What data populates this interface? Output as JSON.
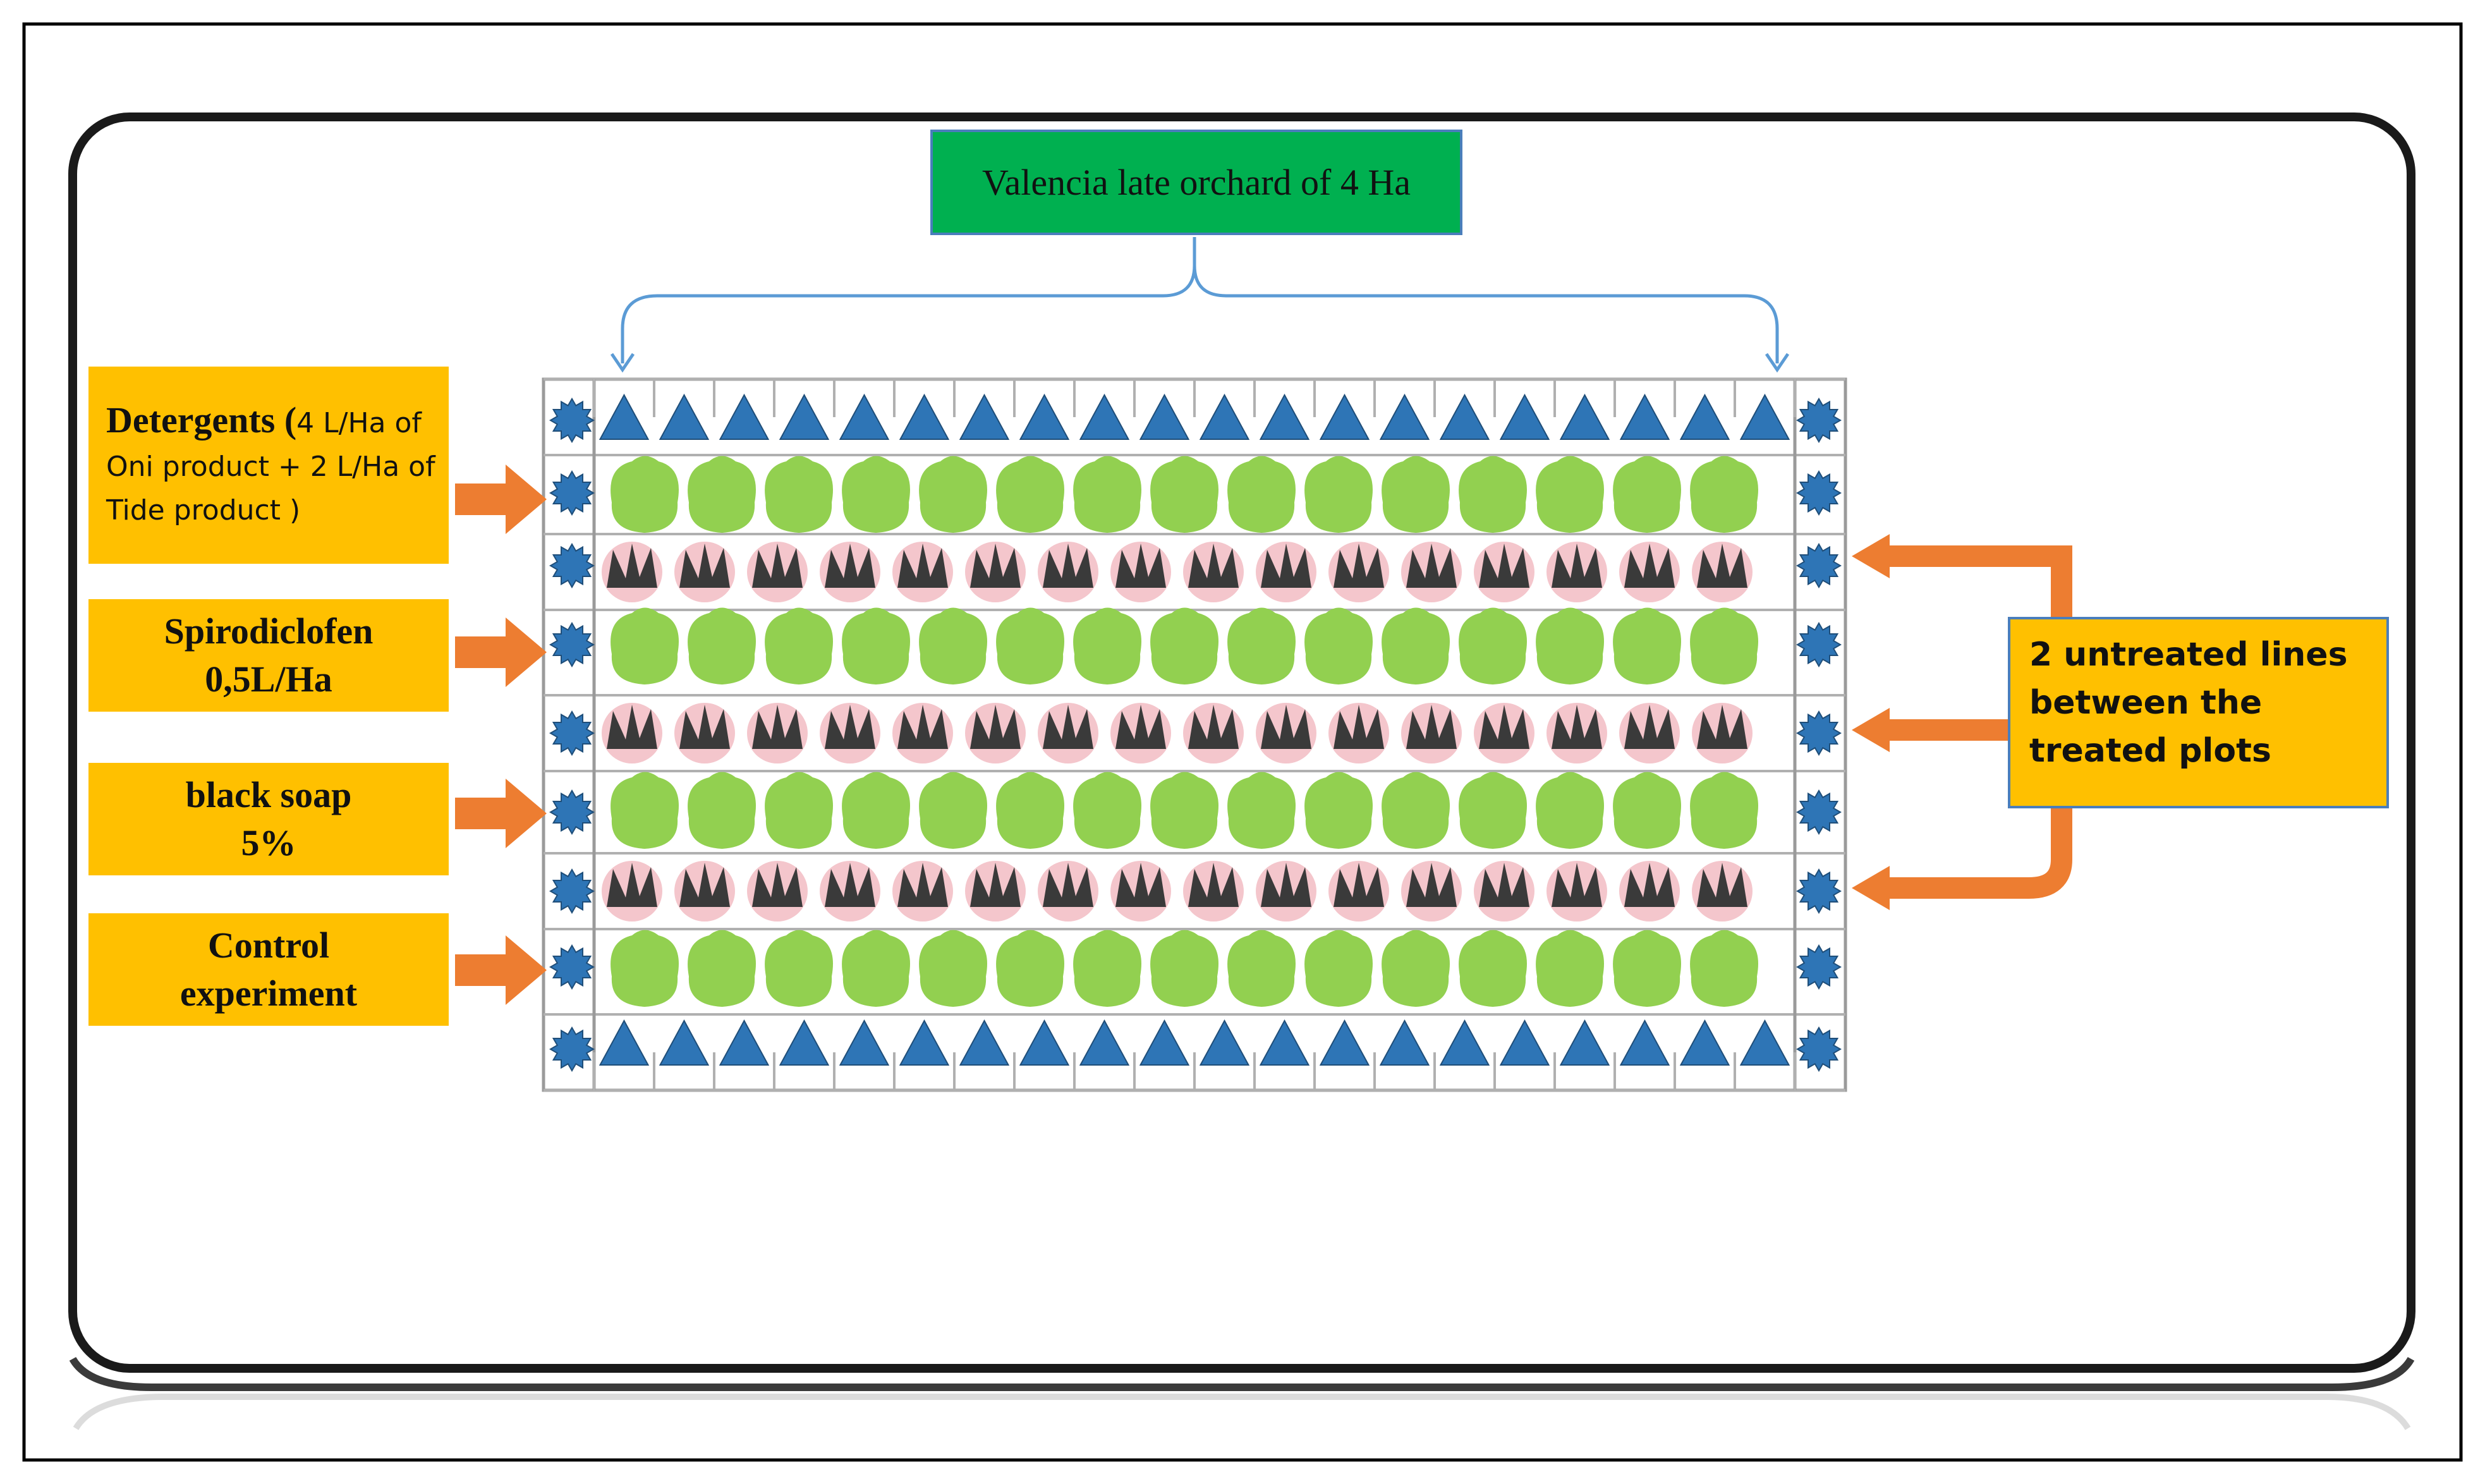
{
  "title": "Valencia late orchard  of 4 Ha",
  "treatments": [
    {
      "name": "Detergents (",
      "detail": "4 L/Ha of Oni product + 2 L/Ha of Tide product )"
    },
    {
      "name": "Spirodiclofen",
      "detail": "0,5L/Ha"
    },
    {
      "name": "black soap",
      "detail": "5%"
    },
    {
      "name": "Control",
      "detail": "experiment"
    }
  ],
  "note": "2 untreated lines between the treated plots",
  "colors": {
    "title_box": "#00b050",
    "label_box": "#ffc000",
    "arrow": "#ed7d31",
    "healthy_tree": "#92d050",
    "untreated_tree": "#3a3a3a",
    "border_symbol": "#2e75b6"
  }
}
